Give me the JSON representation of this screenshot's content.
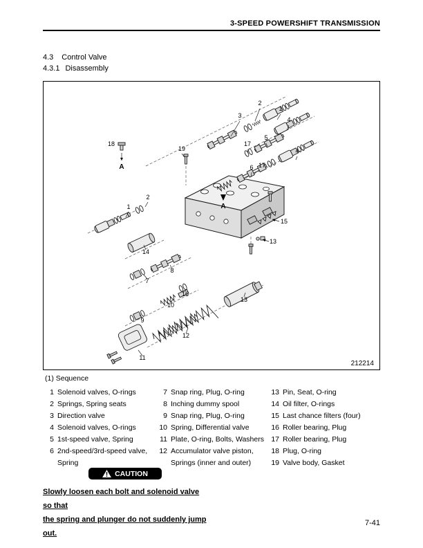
{
  "header": {
    "title": "3-SPEED POWERSHIFT TRANSMISSION"
  },
  "sections": {
    "h1_num": "4.3",
    "h1_label": "Control Valve",
    "h2_num": "4.3.1",
    "h2_label": "Disassembly"
  },
  "figure": {
    "number": "212214",
    "callouts": [
      "18",
      "A",
      "19",
      "3",
      "2",
      "1",
      "4",
      "17",
      "5",
      "6",
      "17",
      "4",
      "A",
      "1",
      "2",
      "15",
      "13",
      "14",
      "7",
      "8",
      "16",
      "10",
      "13",
      "9",
      "12",
      "11"
    ]
  },
  "sequence": {
    "label": "(1) Sequence",
    "columns": [
      {
        "items": [
          {
            "num": "1",
            "text": "Solenoid valves, O-rings"
          },
          {
            "num": "2",
            "text": "Springs, Spring seats"
          },
          {
            "num": "3",
            "text": "Direction valve"
          },
          {
            "num": "4",
            "text": "Solenoid valves, O-rings"
          },
          {
            "num": "5",
            "text": "1st-speed valve, Spring"
          },
          {
            "num": "6",
            "text": "2nd-speed/3rd-speed valve,",
            "text2": "Spring"
          }
        ]
      },
      {
        "items": [
          {
            "num": "7",
            "text": "Snap ring, Plug, O-ring"
          },
          {
            "num": "8",
            "text": "Inching dummy spool"
          },
          {
            "num": "9",
            "text": "Snap ring, Plug, O-ring"
          },
          {
            "num": "10",
            "text": "Spring, Differential valve"
          },
          {
            "num": "11",
            "text": "Plate, O-ring, Bolts, Washers"
          },
          {
            "num": "12",
            "text": "Accumulator valve piston,",
            "text2": "Springs (inner and outer)"
          }
        ]
      },
      {
        "items": [
          {
            "num": "13",
            "text": "Pin, Seat, O-ring"
          },
          {
            "num": "14",
            "text": "Oil filter, O-rings"
          },
          {
            "num": "15",
            "text": "Last chance filters (four)"
          },
          {
            "num": "16",
            "text": "Roller bearing, Plug"
          },
          {
            "num": "17",
            "text": "Roller bearing, Plug"
          },
          {
            "num": "18",
            "text": "Plug, O-ring"
          },
          {
            "num": "19",
            "text": "Valve body, Gasket"
          }
        ]
      }
    ]
  },
  "caution": {
    "label": "CAUTION",
    "lines": [
      "Slowly loosen each bolt and solenoid valve so that",
      "the spring and plunger do not suddenly jump out."
    ]
  },
  "footer": {
    "page_number": "7-41"
  }
}
